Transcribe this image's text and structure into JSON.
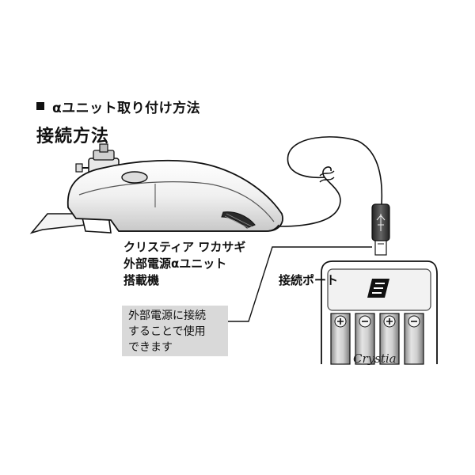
{
  "section": {
    "title": "αユニット取り付け方法"
  },
  "subsection": {
    "title": "接続方法"
  },
  "device_label": {
    "lines": [
      "クリスティア ワカサギ",
      "外部電源αユニット",
      "搭載機"
    ]
  },
  "port_label": "接続ポート",
  "note": {
    "lines": [
      "外部電源に接続",
      "することで使用",
      "できます"
    ]
  },
  "battery_unit": {
    "brand_logo": "daiwa-logo",
    "product_text": "Crystia",
    "battery_count": 4
  },
  "colors": {
    "ink": "#111111",
    "note_background": "#d9d9d9",
    "battery_body": "#b9b9b9"
  }
}
